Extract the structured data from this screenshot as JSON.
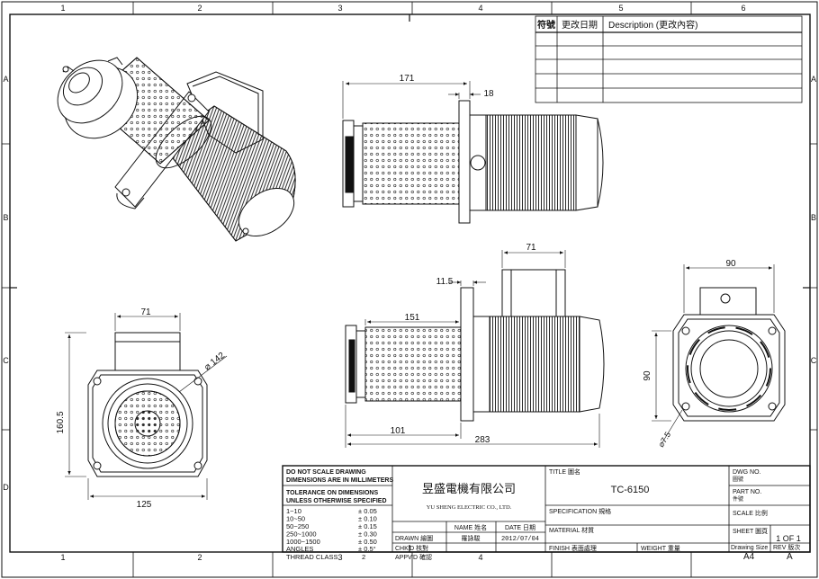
{
  "frame": {
    "columns": [
      "1",
      "2",
      "3",
      "4",
      "5",
      "6"
    ],
    "rows": [
      "A",
      "B",
      "C",
      "D"
    ]
  },
  "revision_table": {
    "headers": [
      "符號",
      "更改日期",
      "Description (更改內容)"
    ]
  },
  "dimensions": {
    "side_overall": "171",
    "side_flange": "18",
    "front_width": "71",
    "front_diameter": "⌀ 142",
    "front_height": "160.5",
    "front_base": "125",
    "mid_box_width": "71",
    "mid_flange": "11.5",
    "mid_filter_length": "151",
    "mid_lower": "101",
    "mid_overall": "283",
    "right_width": "90",
    "right_height": "90",
    "right_hole": "⌀7.5"
  },
  "title_block": {
    "notes": {
      "scale_warning_1": "DO NOT SCALE DRAWING",
      "scale_warning_2": "DIMENSIONS ARE IN MILLIMETERS",
      "tolerance_title_1": "TOLERANCE ON DIMENSIONS",
      "tolerance_title_2": "UNLESS OTHERWISE SPECIFIED"
    },
    "tolerances": [
      {
        "range": "1~10",
        "tol": "± 0.05"
      },
      {
        "range": "10~50",
        "tol": "± 0.10"
      },
      {
        "range": "50~250",
        "tol": "± 0.15"
      },
      {
        "range": "250~1000",
        "tol": "± 0.30"
      },
      {
        "range": "1000~1500",
        "tol": "± 0.50"
      },
      {
        "range": "ANGLES",
        "tol": "± 0.5°"
      },
      {
        "range": "THREAD CLASS",
        "tol": "2"
      }
    ],
    "company_cn": "昱盛電機有限公司",
    "company_en": "YU SHENG ELECTRIC CO., LTD.",
    "name_header": "NAME 姓名",
    "date_header": "DATE 日期",
    "drawn_label": "DRAWN 繪圖",
    "drawn_name": "羅詠駿",
    "drawn_date": "2012/07/04",
    "checked_label": "CHK'D 核對",
    "approved_label": "APPV'D 確認",
    "title_label": "TITLE 圖名",
    "title_value": "TC-6150",
    "spec_label": "SPECIFICATION 規格",
    "material_label": "MATERIAL 材質",
    "finish_label": "FINISH 表面處理",
    "weight_label": "WEIGHT 重量",
    "dwg_label": "DWG NO.",
    "dwg_label_cn": "圖號",
    "part_label": "PART NO.",
    "part_label_cn": "件號",
    "scale_label": "SCALE 比例",
    "sheet_label": "SHEET 圖頁",
    "sheet_value": "1 OF 1",
    "size_label": "Drawing Size",
    "size_value": "A4",
    "rev_label": "REV 版次",
    "rev_value": "A"
  }
}
